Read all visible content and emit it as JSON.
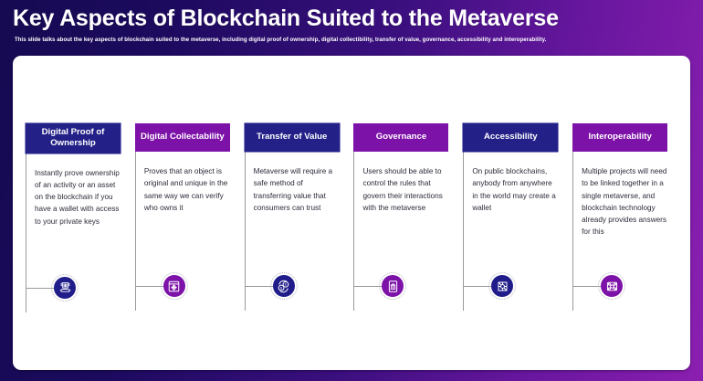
{
  "slide": {
    "title": "Key Aspects of Blockchain Suited to the Metaverse",
    "subtitle": "This slide talks about the key aspects of blockchain suited to the metaverse, including digital proof of ownership, digital collectibility, transfer of value, governance, accessibility and interoperability."
  },
  "colors": {
    "navy": "#232188",
    "purple": "#7d12a8",
    "panel": "#ffffff",
    "body_text": "#2b2b3a",
    "rule": "#9a9a9a",
    "bg_left": "#160a52",
    "bg_right": "#8b1fb0"
  },
  "cards": [
    {
      "title": "Digital Proof of Ownership",
      "title_line1": "Digital Proof",
      "title_line2": "of Ownership",
      "body": "Instantly  prove ownership of an activity or an asset on the blockchain if you have a wallet with access to your private keys",
      "theme": "navy",
      "icon": "hand-holding-building-icon"
    },
    {
      "title": "Digital Collectability",
      "title_line1": "Digital",
      "title_line2": "Collectability",
      "body": "Proves that an object is original and unique in the same way we can verify who owns it",
      "theme": "purple",
      "icon": "browser-expand-arrows-icon"
    },
    {
      "title": "Transfer of Value",
      "title_line1": "Transfer",
      "title_line2": "of Value",
      "body": "Metaverse will require a safe method of transferring value that consumers can trust",
      "theme": "navy",
      "icon": "money-transfer-arrows-icon"
    },
    {
      "title": "Governance",
      "title_line1": "Governance",
      "title_line2": "",
      "body": "Users should be able to control the rules that govern their interactions with the metaverse",
      "theme": "purple",
      "icon": "bank-document-icon"
    },
    {
      "title": "Accessibility",
      "title_line1": "Accessibility",
      "title_line2": "",
      "body": "On public blockchains, anybody from anywhere in the world may create a wallet",
      "theme": "navy",
      "icon": "network-node-square-icon"
    },
    {
      "title": "Interoperability",
      "title_line1": "Interoperability",
      "title_line2": "",
      "body": "Multiple projects will need to be linked together in a single metaverse, and blockchain technology  already provides answers for this",
      "theme": "purple",
      "icon": "connected-nodes-icon"
    }
  ]
}
